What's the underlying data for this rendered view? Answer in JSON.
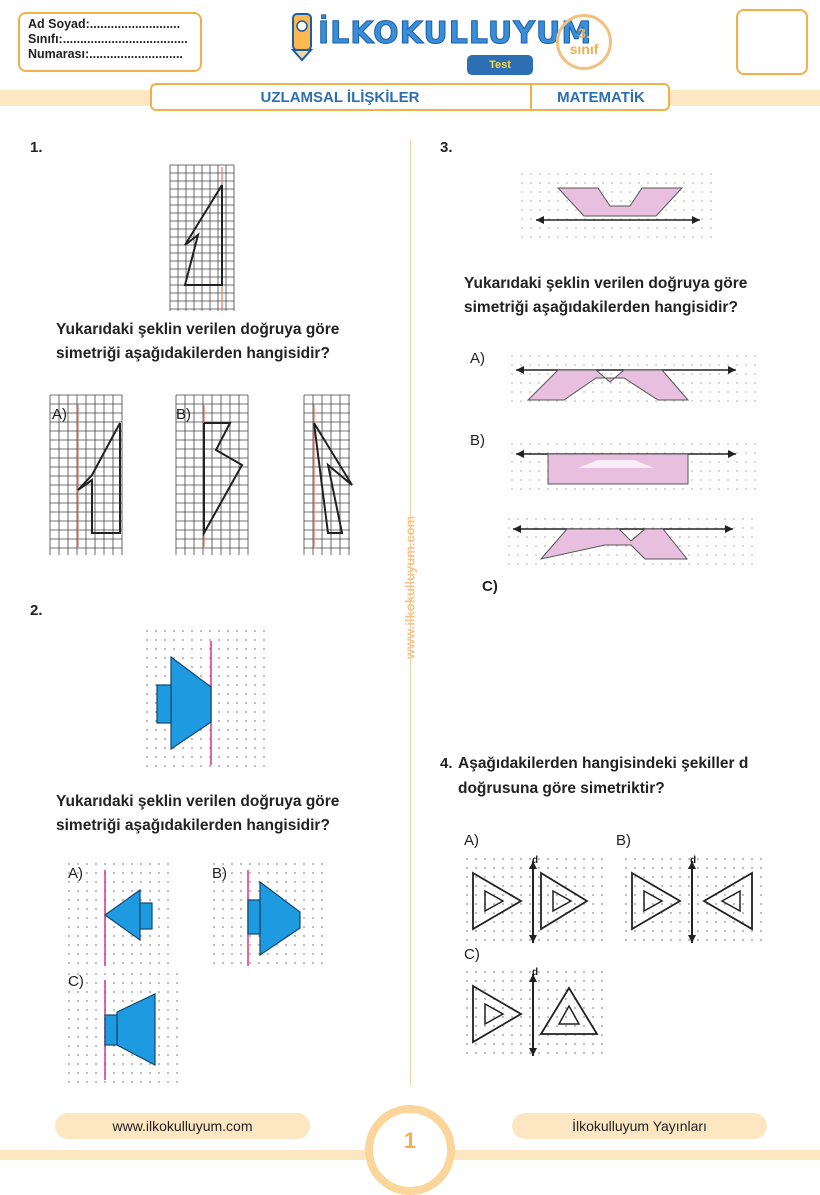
{
  "header": {
    "info_lines": [
      "Ad Soyad:..........................",
      "Sınıfı:....................................",
      "Numarası:..........................."
    ],
    "logo_text": "İLKOKULLUYUM",
    "badge": "Test",
    "grade_number": "3.",
    "grade_word": "sınıf",
    "subject": "UZLAMSAL İLİŞKİLER",
    "course": "MATEMATİK"
  },
  "watermark": "www.ilkokulluyum.com",
  "questions": {
    "q1": {
      "number": "1.",
      "text_line1": "Yukarıdaki şeklin verilen doğruya göre",
      "text_line2": "simetriği aşağıdakilerden hangisidir?",
      "options": [
        "A)",
        "B)"
      ]
    },
    "q2": {
      "number": "2.",
      "text_line1": "Yukarıdaki şeklin verilen doğruya göre",
      "text_line2": "simetriği aşağıdakilerden hangisidir?",
      "options": [
        "A)",
        "B)",
        "C)"
      ]
    },
    "q3": {
      "number": "3.",
      "text_line1": "Yukarıdaki şeklin verilen doğruya göre",
      "text_line2": "simetriği aşağıdakilerden hangisidir?",
      "options": [
        "A)",
        "B)",
        "C)"
      ]
    },
    "q4": {
      "number": "4.",
      "text_line1": "Aşağıdakilerden hangisindeki şekiller d",
      "text_line2": "doğrusuna göre simetriktir?",
      "options": [
        "A)",
        "B)",
        "C)"
      ],
      "axis_label": "d"
    }
  },
  "footer": {
    "website": "www.ilkokulluyum.com",
    "page": "1",
    "publisher": "İlkokulluyum Yayınları"
  },
  "colors": {
    "accent": "#f2b04a",
    "brand_blue": "#2d6fb3",
    "shape_blue": "#1e9be0",
    "shape_pink": "#e9bfe0",
    "axis_pink": "#e0308a",
    "axis_red": "#f0705a"
  }
}
